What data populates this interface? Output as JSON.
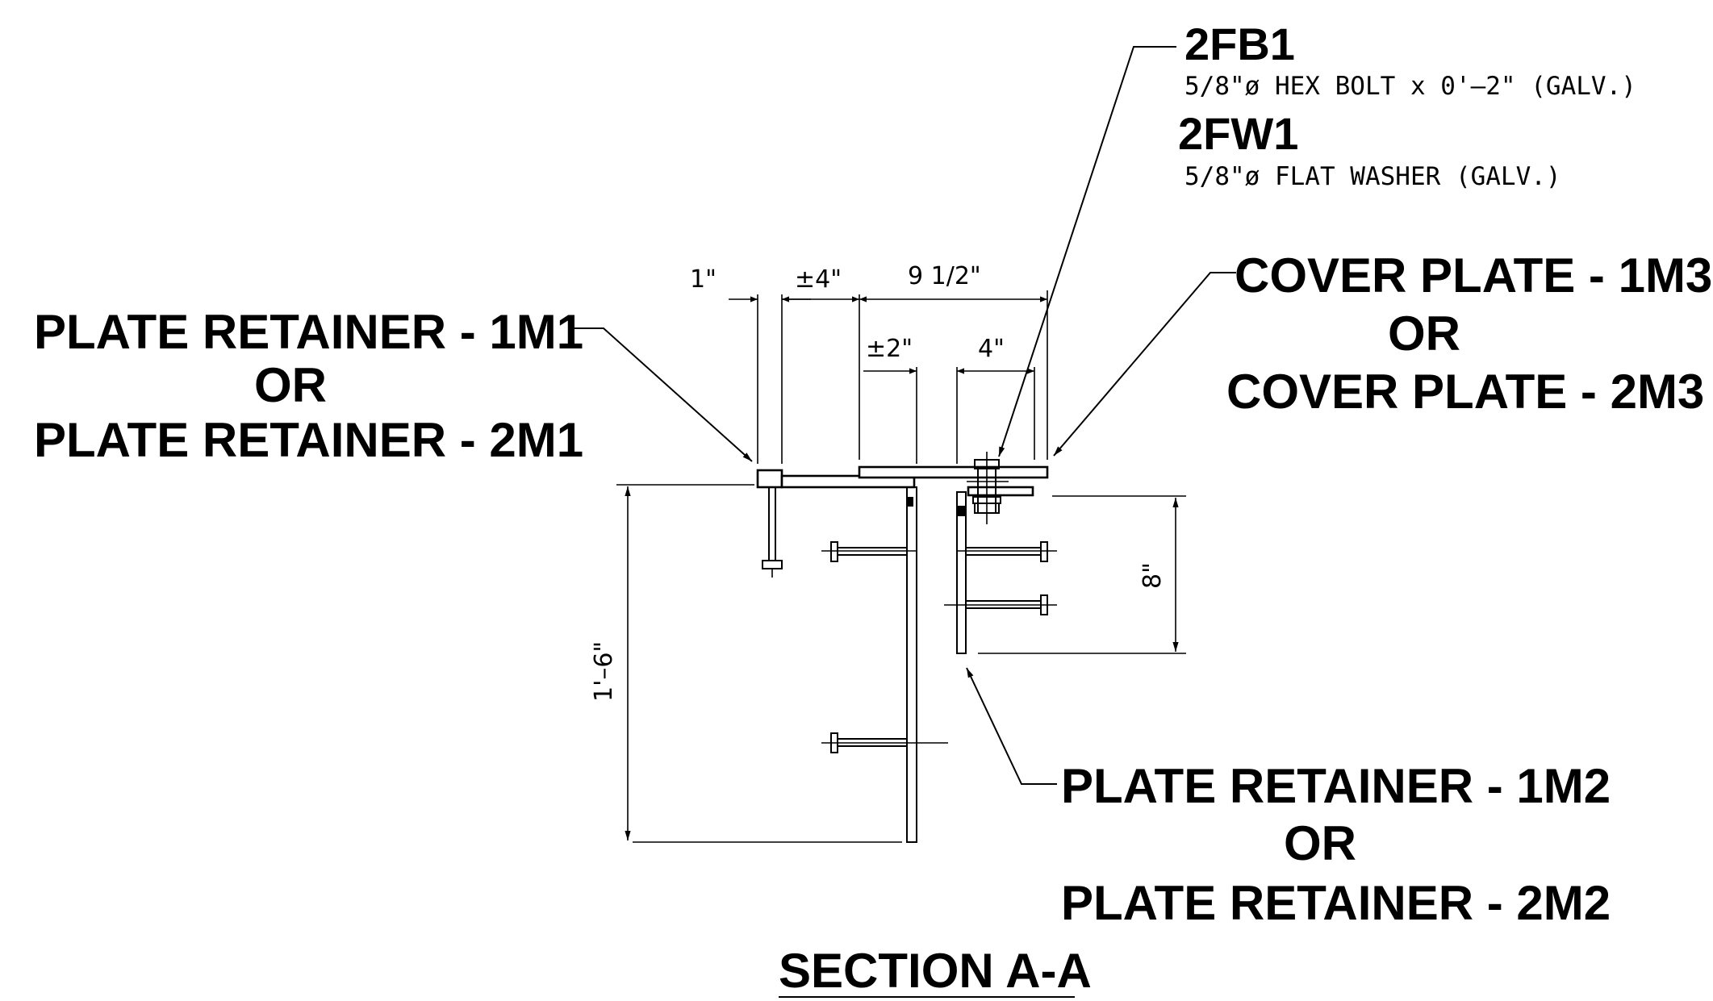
{
  "labels": {
    "fb_tag": "2FB1",
    "fb_desc": "5/8\"ø HEX BOLT x 0'–2\" (GALV.)",
    "fw_tag": "2FW1",
    "fw_desc": "5/8\"ø FLAT WASHER (GALV.)",
    "cover_1": "COVER  PLATE - 1M3",
    "cover_or": "OR",
    "cover_2": "COVER  PLATE - 2M3",
    "retainer_left_1": "PLATE RETAINER  - 1M1",
    "retainer_left_or": "OR",
    "retainer_left_2": "PLATE RETAINER  - 2M1",
    "retainer_right_1": "PLATE RETAINER  - 1M2",
    "retainer_right_or": "OR",
    "retainer_right_2": "PLATE RETAINER  - 2M2",
    "section_title": "SECTION A-A"
  },
  "dimensions": {
    "d_1in": "1\"",
    "d_pm4": "±4\"",
    "d_9half": "9 1/2\"",
    "d_pm2": "±2\"",
    "d_4in": "4\"",
    "d_8in": "8\"",
    "d_1ft6": "1'–6\""
  }
}
